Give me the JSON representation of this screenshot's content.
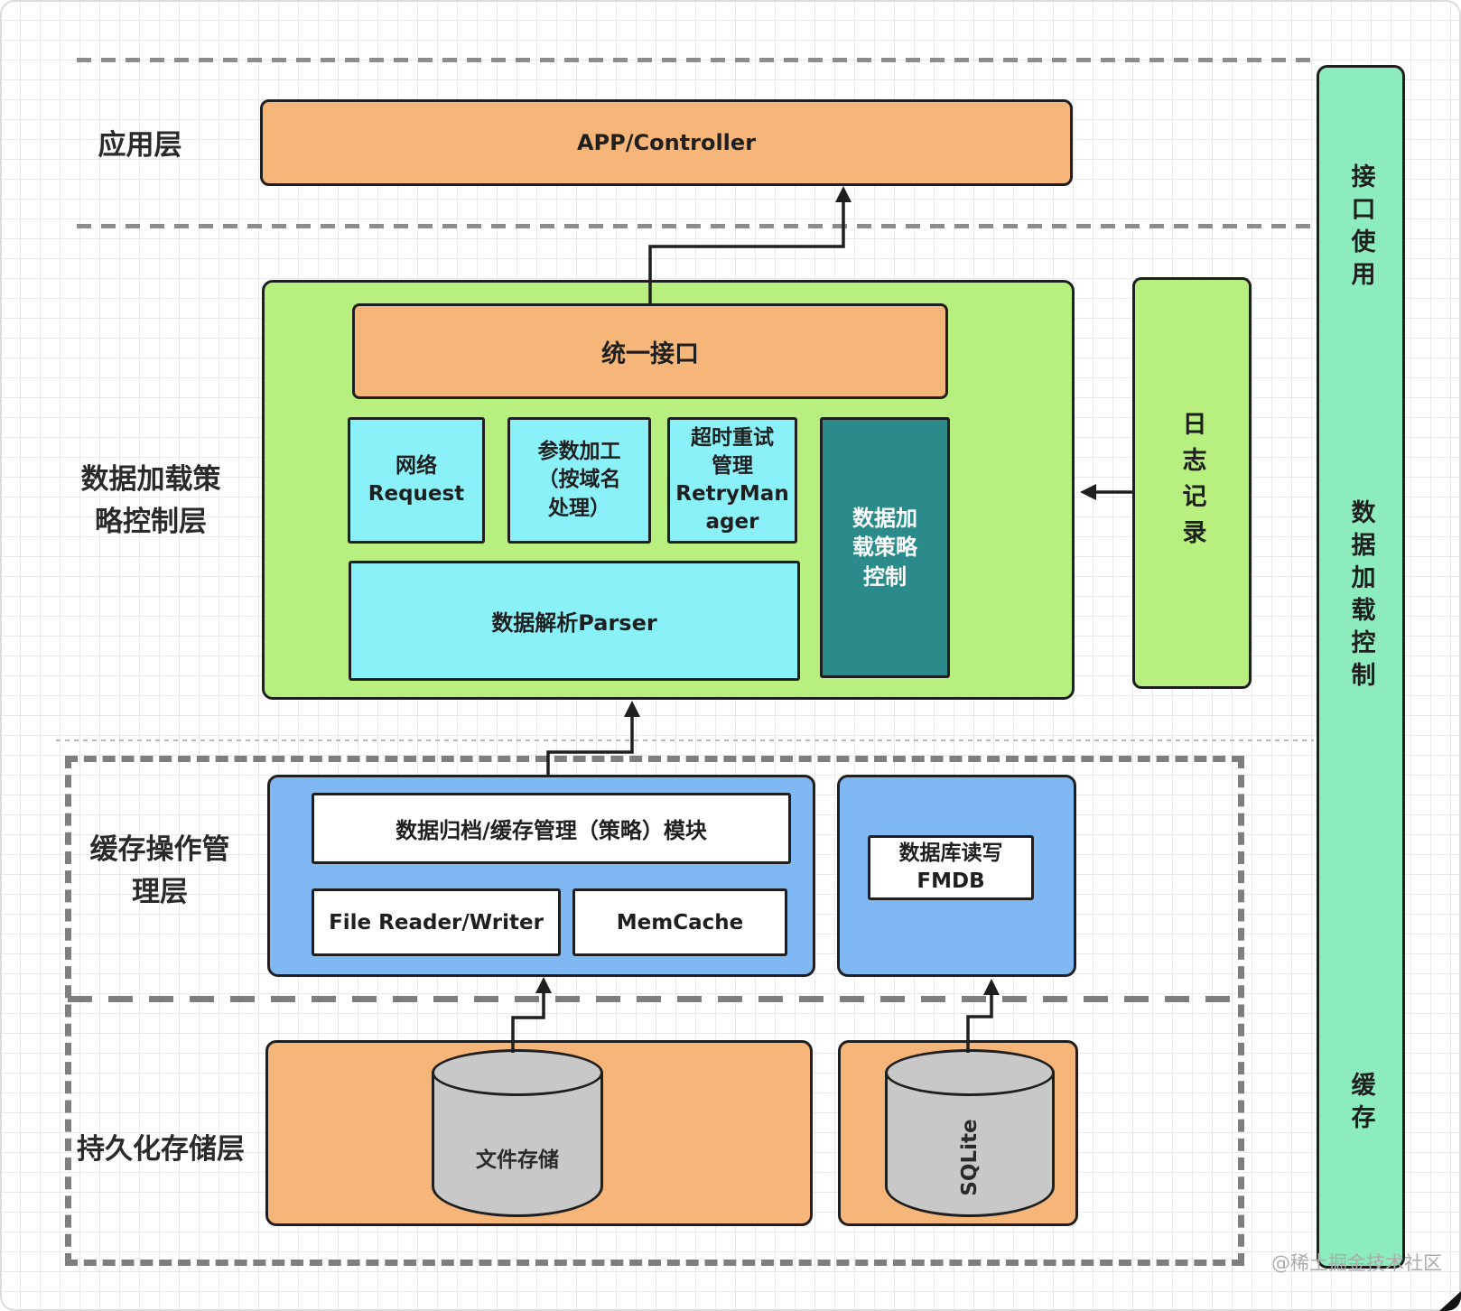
{
  "diagram": {
    "watermark": "@稀土掘金技术社区",
    "layer_labels": {
      "app": "应用层",
      "strategy": "数据加载策\n略控制层",
      "cache": "缓存操作管\n理层",
      "storage": "持久化存储层"
    },
    "app_layer": {
      "controller": "APP/Controller"
    },
    "strategy_layer": {
      "unified_api": "统一接口",
      "network": "网络\nRequest",
      "param_processing": "参数加工\n（按域名\n处理）",
      "retry_manager": "超时重试\n管理\nRetryMan\nager",
      "strategy_control": "数据加\n载策略\n控制",
      "parser": "数据解析Parser"
    },
    "logging": {
      "label": "日志记录"
    },
    "cache_layer": {
      "archive_module": "数据归档/缓存管理（策略）模块",
      "file_reader_writer": "File Reader/Writer",
      "memcache": "MemCache",
      "db_rw": "数据库读写\nFMDB"
    },
    "storage_layer": {
      "file_storage": "文件存储",
      "sqlite": "SQLite"
    },
    "side_bar": {
      "top": "接口使用",
      "middle": "数据加载控制",
      "bottom": "缓存"
    },
    "colors": {
      "orange": "#F6B67A",
      "green": "#B7F07E",
      "cyan": "#8BF1F8",
      "teal": "#2B8B8B",
      "blue": "#7FB8F3",
      "mint": "#8DECBD",
      "cylinder_grey": "#C8C8C8",
      "stroke": "#1F1F1F"
    }
  }
}
